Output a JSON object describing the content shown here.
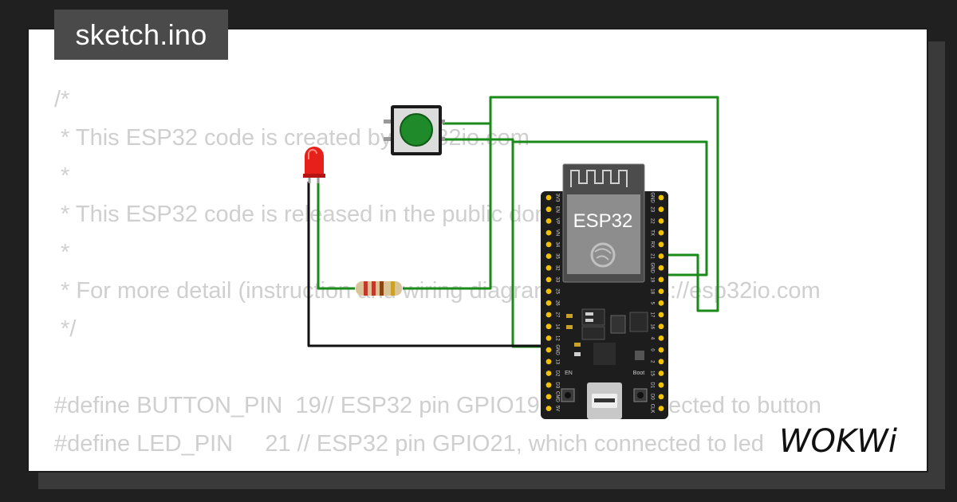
{
  "header": {
    "title": "sketch.ino"
  },
  "code": {
    "lines": [
      "/*",
      " * This ESP32 code is created by esp32io.com",
      " *",
      " * This ESP32 code is released in the public domain",
      " *",
      " * For more detail (instruction and wiring diagram), visit https://esp32io.com",
      " */",
      "",
      "#define BUTTON_PIN  19// ESP32 pin GPIO19, which connected to button",
      "#define LED_PIN     21 // ESP32 pin GPIO21, which connected to led"
    ]
  },
  "board": {
    "chip_label": "ESP32",
    "left_pins": [
      "3V3",
      "EN",
      "VP",
      "VN",
      "34",
      "35",
      "32",
      "33",
      "25",
      "26",
      "27",
      "14",
      "12",
      "GND",
      "13",
      "D2",
      "D3",
      "CMD",
      "5V"
    ],
    "right_pins": [
      "GND",
      "23",
      "22",
      "TX",
      "RX",
      "21",
      "GND",
      "19",
      "18",
      "5",
      "17",
      "16",
      "4",
      "0",
      "2",
      "15",
      "D1",
      "D0",
      "CLK"
    ],
    "en_label": "EN",
    "boot_label": "Boot"
  },
  "brand": {
    "logo_text": "WOKWi"
  },
  "colors": {
    "background": "#202020",
    "panel": "#ffffff",
    "badge": "#4a4a4a",
    "code_text": "#cfcfcf",
    "wire_green": "#1a8a1a",
    "wire_black": "#111111",
    "led_red": "#e8201c",
    "button_green": "#1f8a2a",
    "board": "#1d1d1d"
  }
}
